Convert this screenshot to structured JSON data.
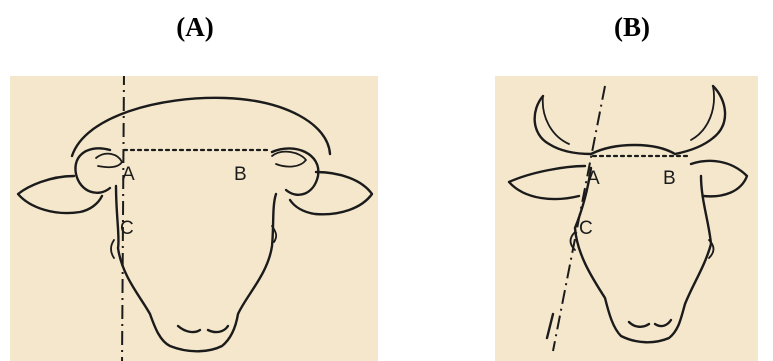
{
  "figure": {
    "panel_a": {
      "title": "(A)",
      "points": {
        "a": "A",
        "b": "B",
        "c": "C"
      }
    },
    "panel_b": {
      "title": "(B)",
      "points": {
        "a": "A",
        "b": "B",
        "c": "C"
      }
    }
  }
}
